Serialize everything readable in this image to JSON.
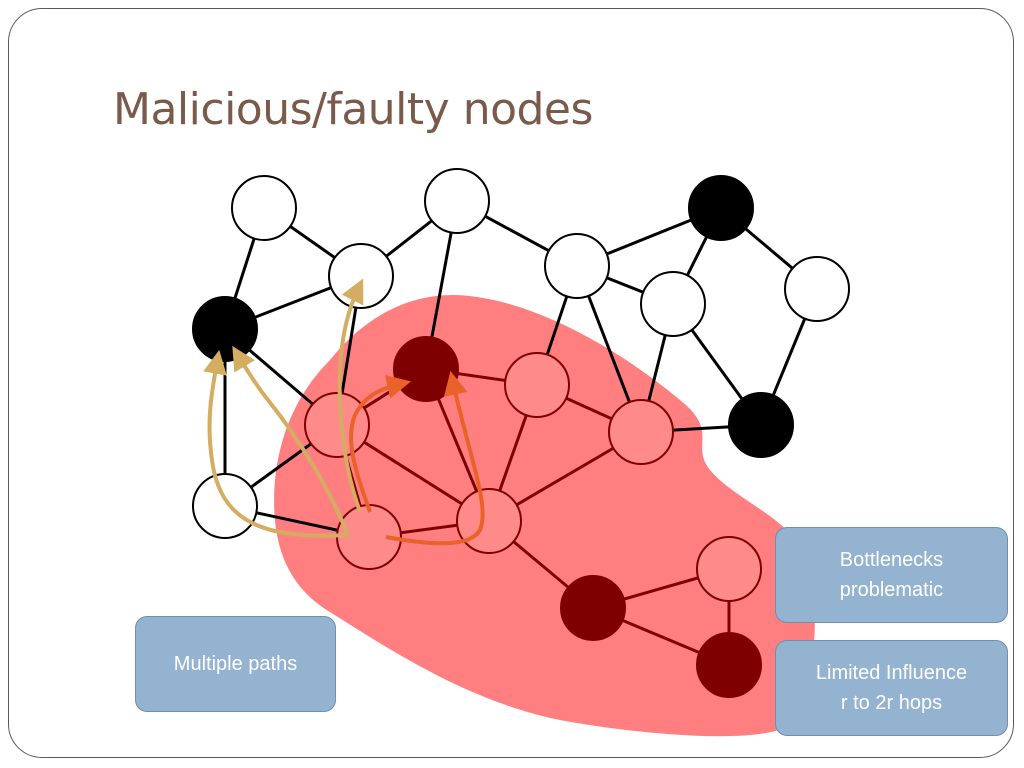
{
  "title": "Malicious/faulty nodes",
  "callouts": {
    "multiple_paths": "Multiple paths",
    "bottlenecks_line1": "Bottlenecks",
    "bottlenecks_line2": "problematic",
    "limited_line1": "Limited Influence",
    "limited_line2": "r to 2r hops"
  },
  "colors": {
    "title": "#7a5a4a",
    "region_fill": "#ff7f80",
    "node_honest": "#ffffff",
    "node_malicious": "#000000",
    "node_influenced": "#ff8a8a",
    "node_malicious_in_region": "#7f0000",
    "edge": "#000000",
    "edge_in_region": "#7f0000",
    "path_gold": "#d4ac62",
    "path_orange": "#e8622a",
    "callout_fill": "#93b3d0",
    "callout_border": "#6f8fab"
  },
  "node_types": [
    "honest",
    "malicious",
    "influenced",
    "malicious-in-region"
  ]
}
